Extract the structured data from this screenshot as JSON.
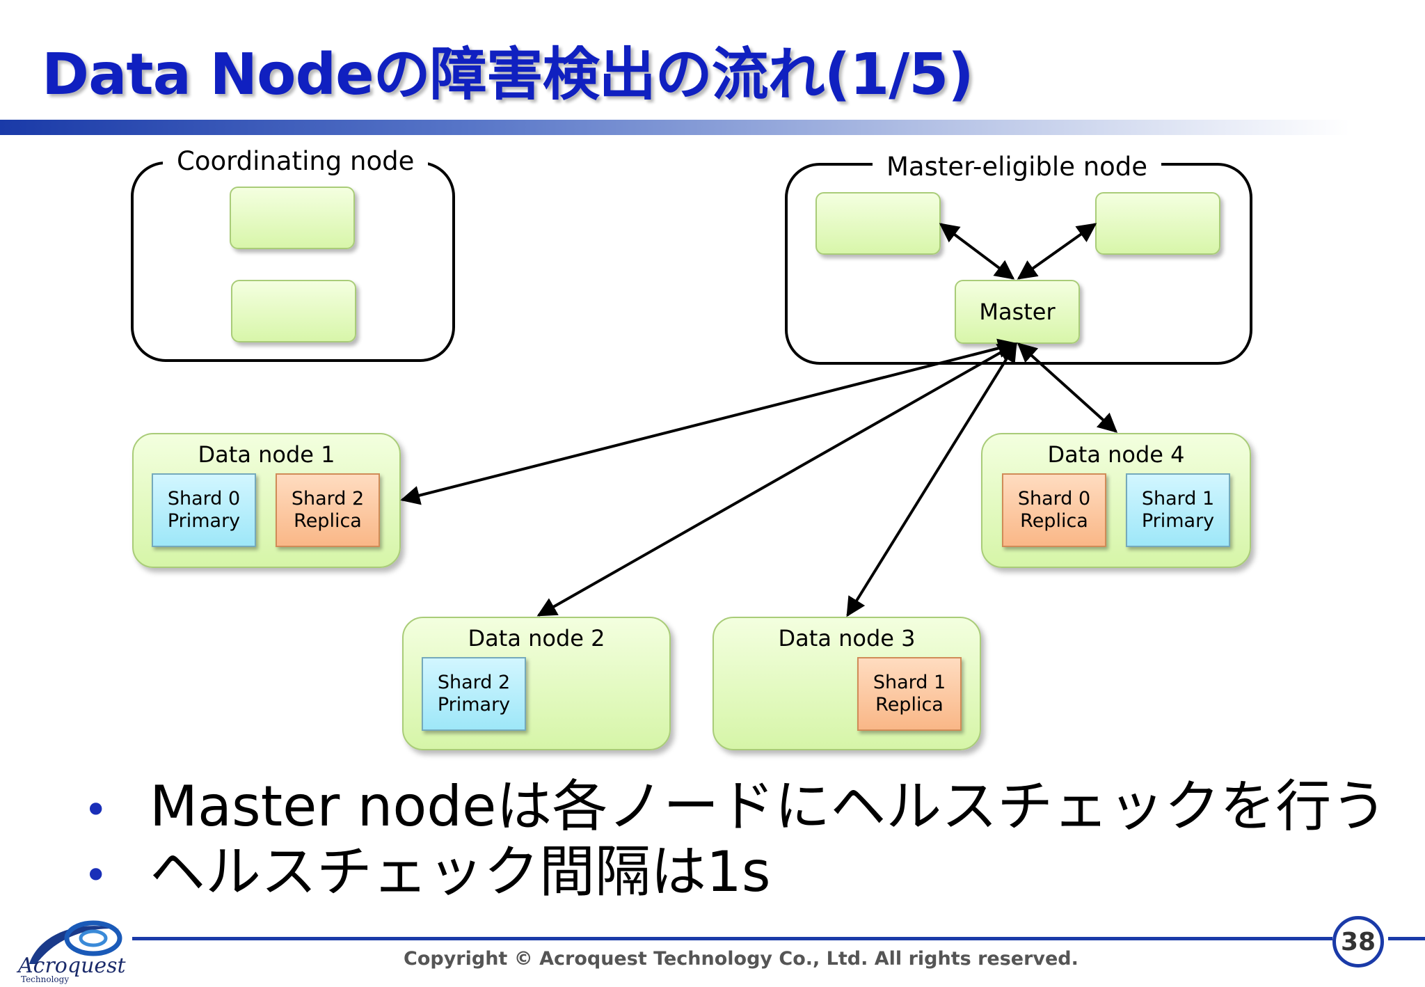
{
  "title": "Data Nodeの障害検出の流れ(1/5)",
  "coordinating_node": {
    "label": "Coordinating node"
  },
  "master_eligible_node": {
    "label": "Master-eligible node",
    "master_label": "Master"
  },
  "data_nodes": [
    {
      "label": "Data node 1",
      "shards": [
        {
          "name": "Shard 0",
          "role": "Primary"
        },
        {
          "name": "Shard 2",
          "role": "Replica"
        }
      ]
    },
    {
      "label": "Data node 2",
      "shards": [
        {
          "name": "Shard 2",
          "role": "Primary"
        }
      ]
    },
    {
      "label": "Data node 3",
      "shards": [
        {
          "name": "Shard 1",
          "role": "Replica"
        }
      ]
    },
    {
      "label": "Data node 4",
      "shards": [
        {
          "name": "Shard 0",
          "role": "Replica"
        },
        {
          "name": "Shard 1",
          "role": "Primary"
        }
      ]
    }
  ],
  "bullets": [
    "Master nodeは各ノードにヘルスチェックを行う",
    "ヘルスチェック間隔は1s"
  ],
  "footer": {
    "copyright": "Copyright © Acroquest Technology Co., Ltd. All rights reserved.",
    "page_number": "38",
    "logo_text": "Acroquest",
    "logo_subtext": "Technology"
  },
  "colors": {
    "title": "#1020c0",
    "accent_blue": "#1a3aa8",
    "node_green": "#d8f6aa",
    "primary_cyan": "#9ee7f8",
    "replica_orange": "#f9b787"
  }
}
